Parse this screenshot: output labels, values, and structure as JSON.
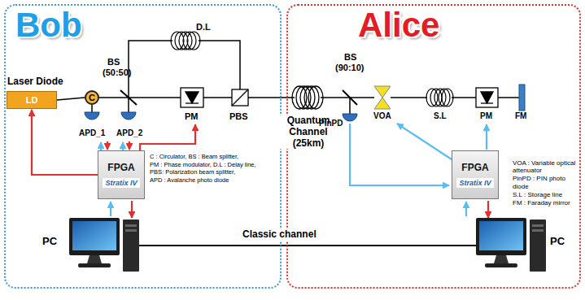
{
  "diagram": {
    "nodes": [
      {
        "text": [
          "Bob"
        ]
      },
      {
        "text": [
          "Alice"
        ]
      },
      {
        "text": [
          "LD",
          "Laser Diode"
        ],
        "in": 0
      },
      {
        "text": [
          "C"
        ],
        "in": 0
      },
      {
        "text": [
          "FPGA",
          "Stratix IV"
        ],
        "in": 0
      },
      {
        "text": [
          "FPGA",
          "Stratix IV"
        ],
        "in": 1
      }
    ],
    "edges": [
      {
        "from": 2,
        "to": 3,
        "arrow": "none"
      },
      {
        "from": 4,
        "to": 2,
        "arrow": "to"
      }
    ],
    "labels": [
      "BS",
      "(50:50)",
      "D.L",
      "PM",
      "PBS",
      "APD_1",
      "APD_2",
      "C : Circulator, BS : Beam splitter,",
      "PM : Phase modulator, D.L : Delay line,",
      "PBS: Polarization beam splitter,",
      "APD : Avalanche photo diode",
      "PC",
      "Quantum Channel (25km)",
      "Classic channel",
      "BS",
      "(90:10)",
      "PinPD",
      "VOA",
      "S.L",
      "PM",
      "FM",
      "VOA : Variable optical attenuator",
      "PinPD : PIN photo diode",
      "S.L : Storage line",
      "FM : Faraday mirror",
      "PC"
    ]
  }
}
